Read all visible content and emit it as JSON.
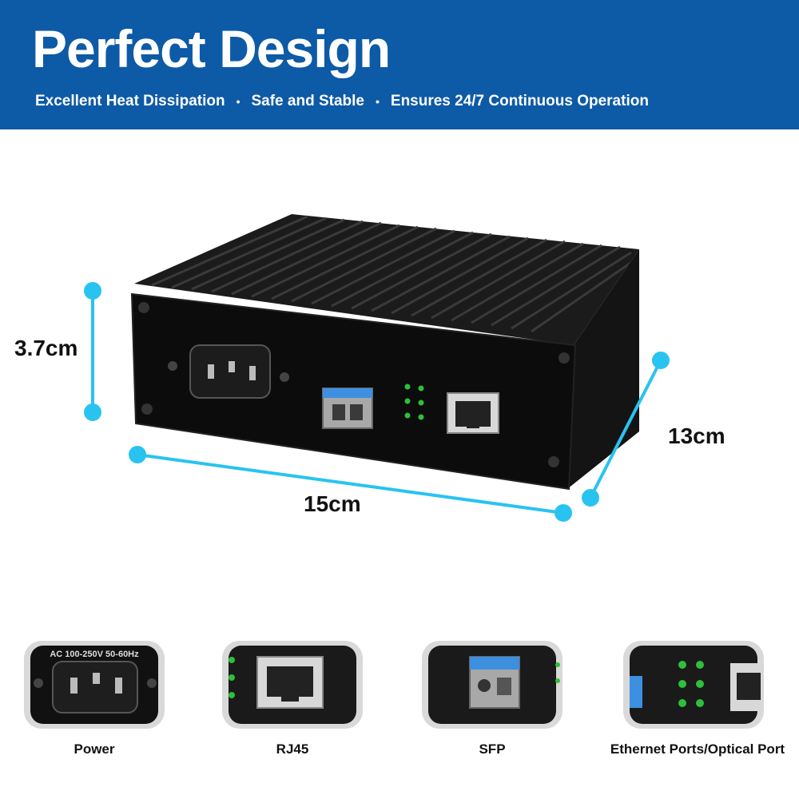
{
  "banner": {
    "title": "Perfect Design",
    "features": [
      "Excellent Heat Dissipation",
      "Safe and Stable",
      "Ensures 24/7 Continuous Operation"
    ],
    "separator": "•"
  },
  "dimensions": {
    "height": "3.7cm",
    "width": "15cm",
    "depth": "13cm"
  },
  "power_plate_text": "AC 100-250V 50-60Hz",
  "thumbnails": [
    {
      "label": "Power"
    },
    {
      "label": "RJ45"
    },
    {
      "label": "SFP"
    },
    {
      "label": "Ethernet Ports/Optical Port"
    }
  ],
  "colors": {
    "banner": "#0d5aa7",
    "dimension_line": "#29c3f0",
    "led": "#2fbf3a",
    "sfp_blue": "#3d8fe0"
  }
}
